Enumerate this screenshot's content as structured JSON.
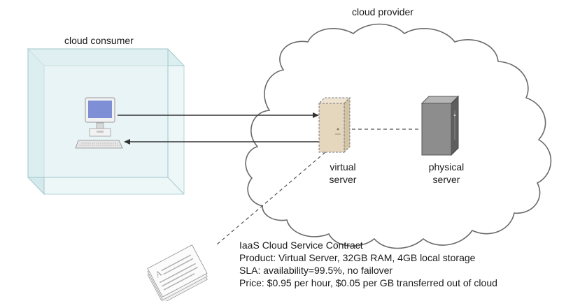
{
  "labels": {
    "cloud_provider": "cloud provider",
    "cloud_consumer": "cloud consumer",
    "virtual_server": [
      "virtual",
      "server"
    ],
    "physical_server": [
      "physical",
      "server"
    ]
  },
  "contract": {
    "title": "IaaS Cloud Service Contract",
    "product": "Product: Virtual Server, 32GB RAM, 4GB local storage",
    "sla": "SLA: availability=99.5%, no failover",
    "price": "Price: $0.95 per hour, $0.05 per GB transferred out of cloud"
  },
  "colors": {
    "consumer_box_fill": "#e3f3f4",
    "consumer_box_edge": "#9fc6ca",
    "cloud_stroke": "#6a6a6a",
    "virtual_server_fill": "#e5d6be",
    "physical_server_fill": "#8d8d8d",
    "monitor_screen": "#7f8fd6",
    "arrow": "#333333"
  },
  "icons": {
    "workstation": "computer-workstation-icon",
    "virtual_server": "virtual-server-icon",
    "physical_server": "physical-server-icon",
    "contract_document": "document-stack-icon"
  }
}
